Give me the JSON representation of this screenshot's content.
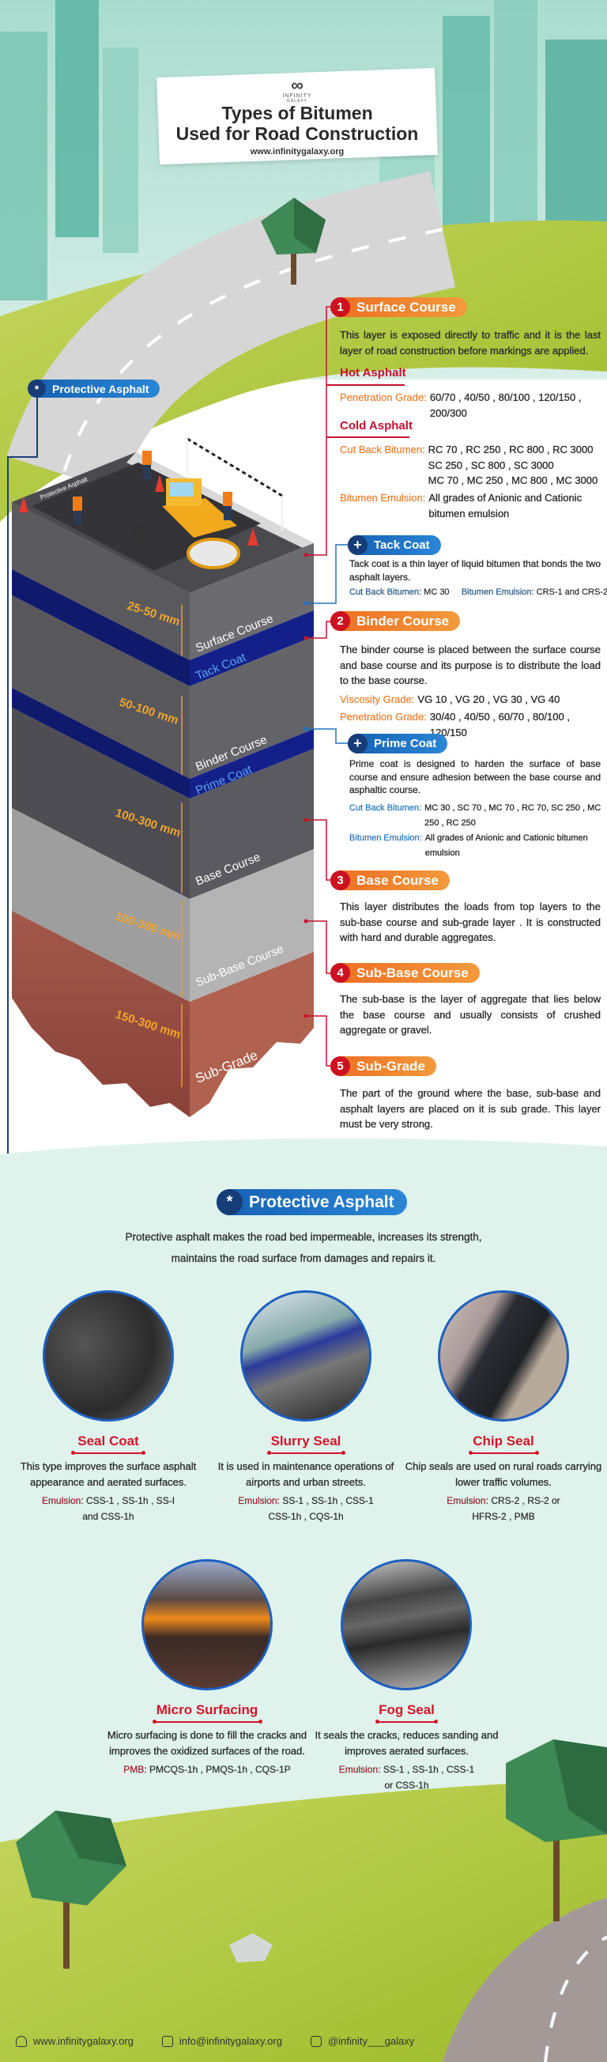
{
  "header": {
    "logo_text": "INFINITY",
    "logo_subtext": "GALAXY",
    "title_line1": "Types of Bitumen",
    "title_line2": "Used for Road Construction",
    "url": "www.infinitygalaxy.org"
  },
  "diagram": {
    "protective_label": "Protective Asphalt",
    "top_label": "Protective Asphalt",
    "layers": [
      {
        "name": "Surface Course",
        "thickness": "25-50 mm"
      },
      {
        "name": "Tack Coat"
      },
      {
        "name": "Binder Course",
        "thickness": "50-100 mm"
      },
      {
        "name": "Prime Coat"
      },
      {
        "name": "Base Course",
        "thickness": "100-300 mm"
      },
      {
        "name": "Sub-Base Course",
        "thickness": "100-300 mm"
      },
      {
        "name": "Sub-Grade",
        "thickness": "150-300 mm"
      }
    ]
  },
  "sections": {
    "surface": {
      "number": "1",
      "title": "Surface Course",
      "description": "This layer is exposed directly to traffic and it is the last layer of road construction before markings are applied.",
      "hot_title": "Hot Asphalt",
      "hot_grade_label": "Penetration Grade:",
      "hot_grade_value": "60/70 , 40/50 , 80/100 , 120/150 , 200/300",
      "cold_title": "Cold Asphalt",
      "cutback_label": "Cut Back Bitumen:",
      "cutback_values": [
        "RC 70 , RC 250 , RC 800 , RC 3000",
        "SC 250 , SC 800 , SC 3000",
        "MC 70 , MC 250 , MC 800 , MC 3000"
      ],
      "emulsion_label": "Bitumen Emulsion:",
      "emulsion_value": "All grades of Anionic and Cationic bitumen emulsion"
    },
    "tack": {
      "icon": "+",
      "title": "Tack Coat",
      "description": "Tack coat is a thin layer of liquid bitumen that bonds the two asphalt layers.",
      "cutback_label": "Cut Back Bitumen:",
      "cutback_value": "MC 30",
      "emulsion_label": "Bitumen Emulsion:",
      "emulsion_value": "CRS-1 and CRS-2"
    },
    "binder": {
      "number": "2",
      "title": "Binder Course",
      "description": "The binder course is placed between the surface course and base course and its purpose is to distribute the load to the base course.",
      "viscosity_label": "Viscosity Grade:",
      "viscosity_value": "VG 10 , VG 20 , VG 30 , VG 40",
      "penetration_label": "Penetration Grade:",
      "penetration_value": "30/40 , 40/50 , 60/70 , 80/100 , 120/150"
    },
    "prime": {
      "icon": "+",
      "title": "Prime Coat",
      "description": "Prime coat is designed to harden the surface of base course and ensure adhesion between the base course and asphaltic course.",
      "cutback_label": "Cut Back Bitumen:",
      "cutback_value": "MC 30 , SC 70 , MC 70 , RC 70, SC 250 , MC 250 , RC 250",
      "emulsion_label": "Bitumen Emulsion:",
      "emulsion_value": "All grades of Anionic and Cationic bitumen emulsion"
    },
    "base": {
      "number": "3",
      "title": "Base Course",
      "description": "This layer distributes the loads from top layers to the sub-base course and sub-grade layer . It is constructed with hard and durable aggregates."
    },
    "subbase": {
      "number": "4",
      "title": "Sub-Base Course",
      "description": "The sub-base is the layer of aggregate that lies below the base course and usually consists of crushed aggregate or gravel."
    },
    "subgrade": {
      "number": "5",
      "title": "Sub-Grade",
      "description": "The part of the ground where the base, sub-base and asphalt layers are placed on it is sub grade. This layer must be very strong."
    }
  },
  "protective": {
    "icon": "*",
    "title": "Protective Asphalt",
    "intro_line1": "Protective asphalt makes the road bed impermeable, increases its strength,",
    "intro_line2": "maintains the road surface from damages and repairs it.",
    "items": [
      {
        "title": "Seal Coat",
        "description": "This type improves the surface asphalt appearance and aerated surfaces.",
        "label": "Emulsion:",
        "value": "CSS-1 , SS-1h , SS-I",
        "value2": "and CSS-1h"
      },
      {
        "title": "Slurry Seal",
        "description": "It is used in maintenance operations of airports and urban streets.",
        "label": "Emulsion:",
        "value": "SS-1 , SS-1h , CSS-1",
        "value2": "CSS-1h , CQS-1h"
      },
      {
        "title": "Chip Seal",
        "description": "Chip seals are used on rural roads carrying lower traffic volumes.",
        "label": "Emulsion:",
        "value": "CRS-2 , RS-2 or",
        "value2": "HFRS-2 , PMB"
      },
      {
        "title": "Micro Surfacing",
        "description": "Micro surfacing is done to fill the cracks and improves the oxidized surfaces of the road.",
        "label": "PMB:",
        "value": "PMCQS-1h , PMQS-1h , CQS-1P",
        "value2": ""
      },
      {
        "title": "Fog Seal",
        "description": "It seals the cracks, reduces sanding and improves aerated surfaces.",
        "label": "Emulsion:",
        "value": "SS-1 , SS-1h , CSS-1",
        "value2": "or CSS-1h"
      }
    ]
  },
  "footer": {
    "website": "www.infinitygalaxy.org",
    "email": "info@infinitygalaxy.org",
    "instagram": "@infinity___galaxy"
  },
  "colors": {
    "accent_orange": "#ef7f2d",
    "accent_red": "#c8102e",
    "accent_blue": "#1e73be",
    "mint_bg": "#dff3ec",
    "grass": "#a9c23a"
  }
}
